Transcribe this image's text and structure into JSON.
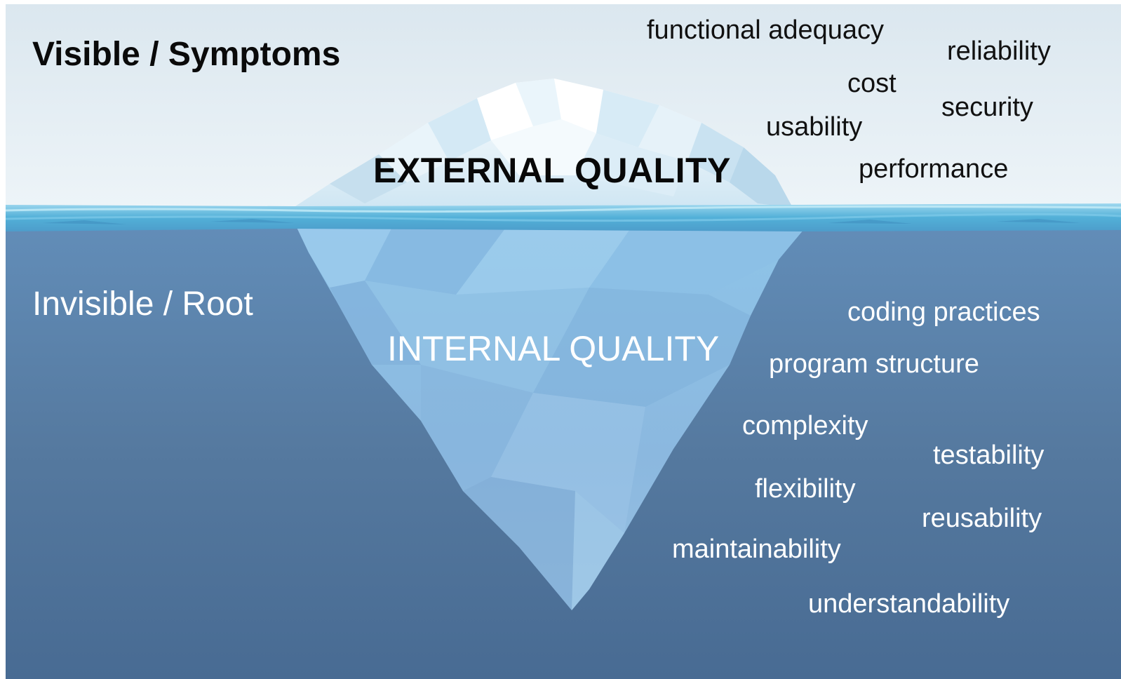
{
  "headings": {
    "visible": "Visible / Symptoms",
    "invisible": "Invisible / Root"
  },
  "iceberg": {
    "external_label": "EXTERNAL QUALITY",
    "internal_label": "INTERNAL QUALITY"
  },
  "external_attributes": [
    "functional adequacy",
    "reliability",
    "cost",
    "security",
    "usability",
    "performance"
  ],
  "internal_attributes": [
    "coding practices",
    "program structure",
    "complexity",
    "testability",
    "flexibility",
    "reusability",
    "maintainability",
    "understandability"
  ],
  "colors": {
    "sky_top": "#dde9f1",
    "sky_bottom": "#eef4f8",
    "water_surface": "#5fb6d9",
    "deep_water_top": "#5d87b2",
    "deep_water_bottom": "#4a6d96",
    "ice_above": "#e8f4fb",
    "ice_below": "#8fbde3"
  }
}
